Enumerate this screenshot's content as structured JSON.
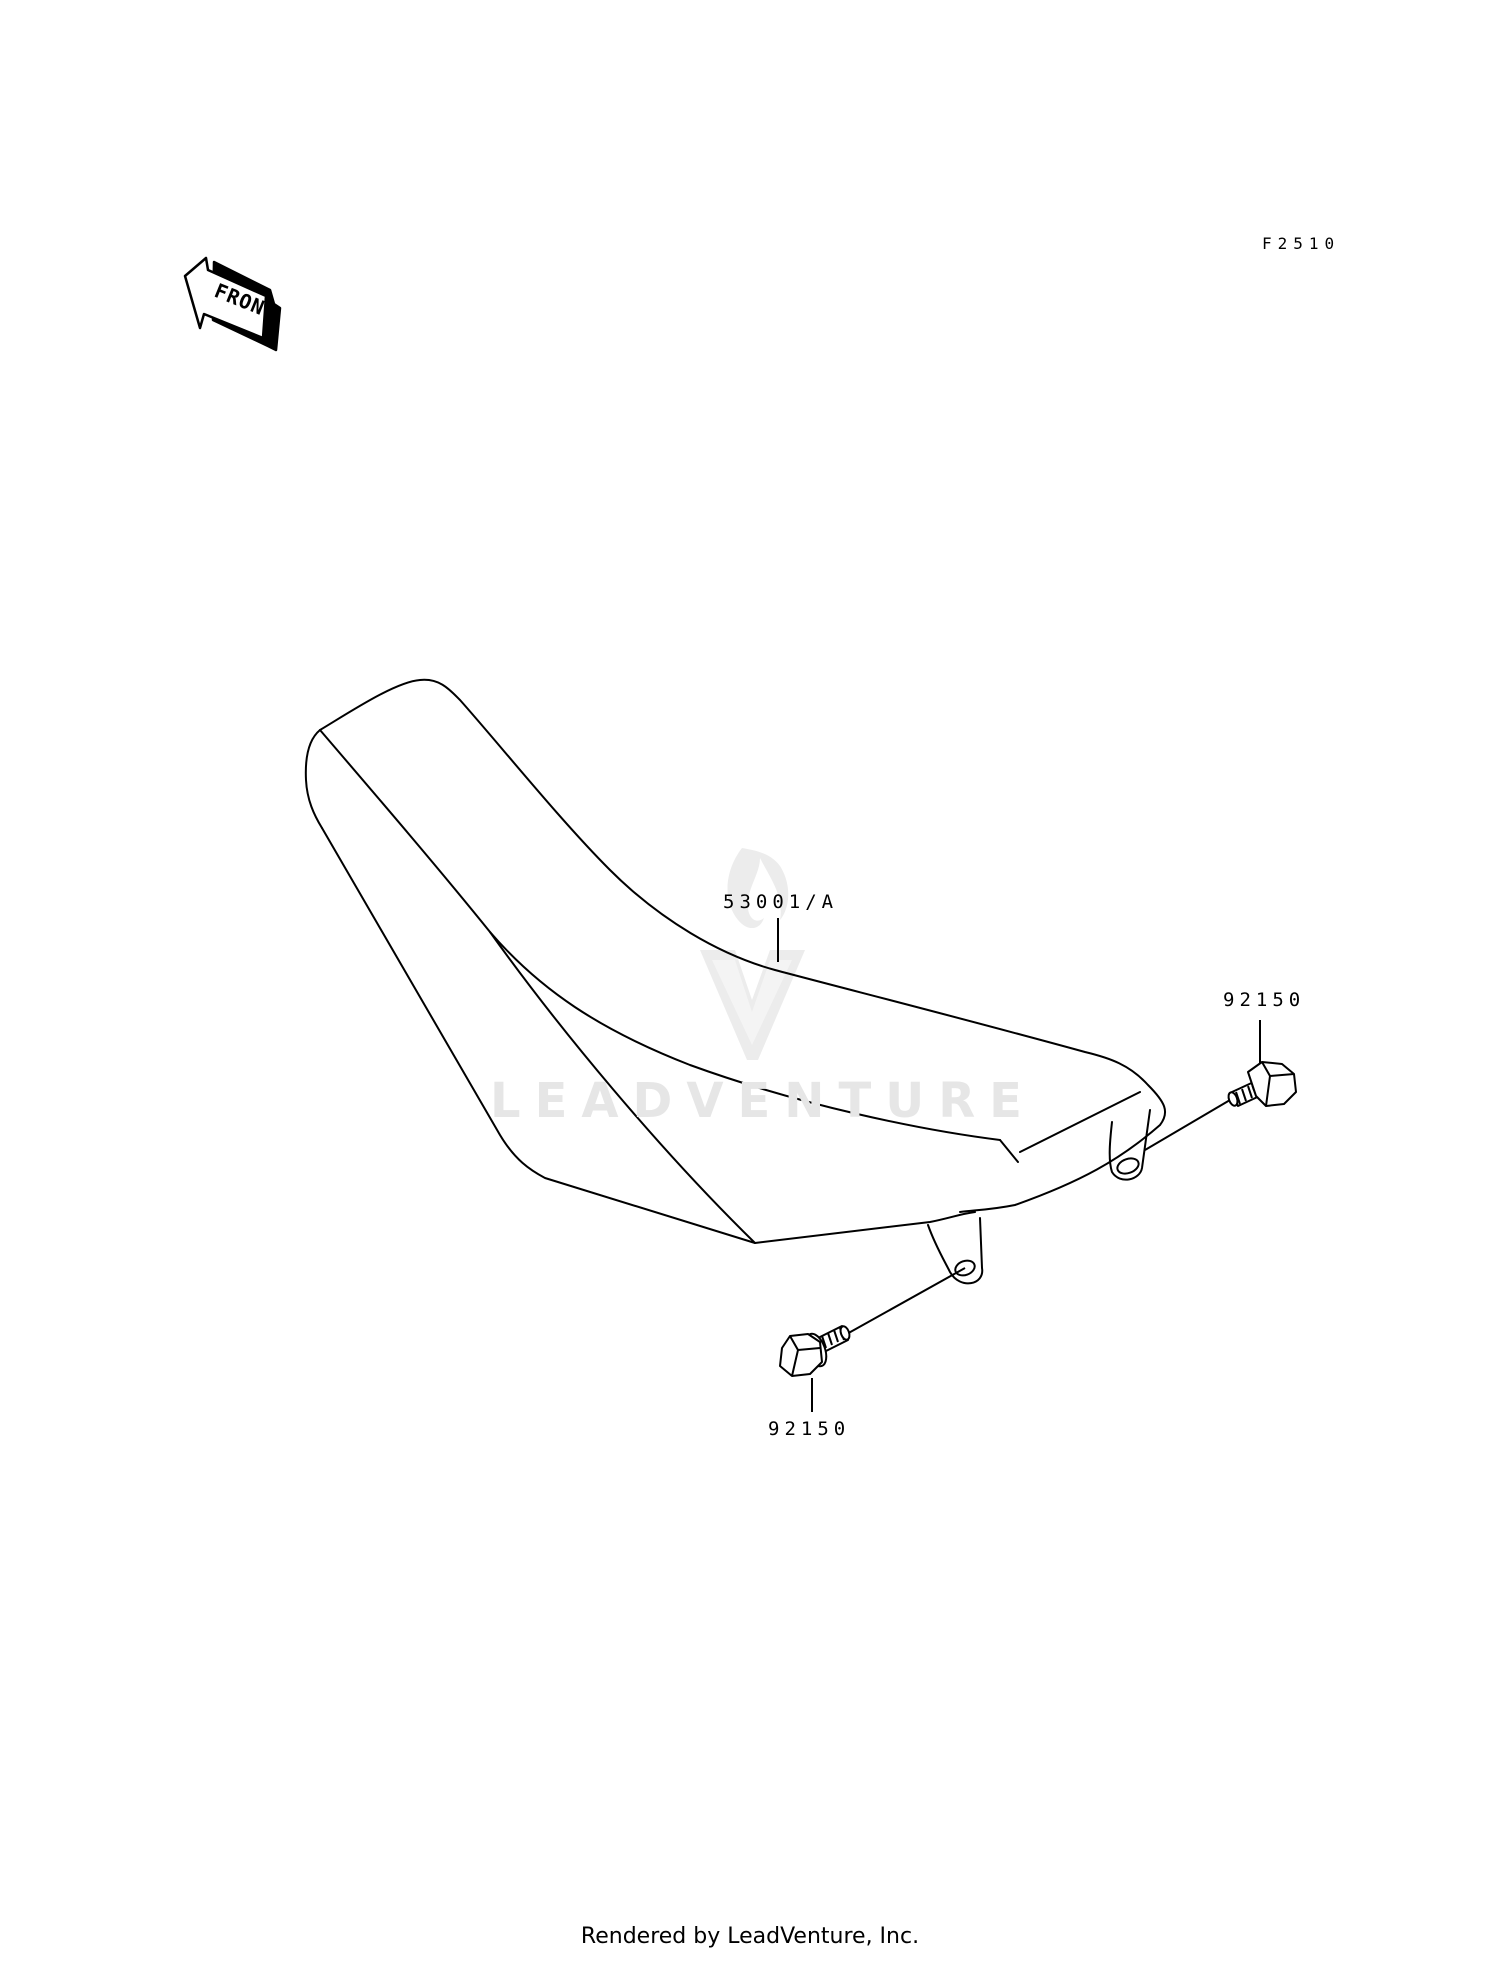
{
  "figure_code": "F2510",
  "front_arrow_label": "FRONT",
  "watermark": "LEADVENTURE",
  "parts": {
    "seat": "53001/A",
    "bolt_right": "92150",
    "bolt_left": "92150"
  },
  "footer": "Rendered by LeadVenture, Inc."
}
